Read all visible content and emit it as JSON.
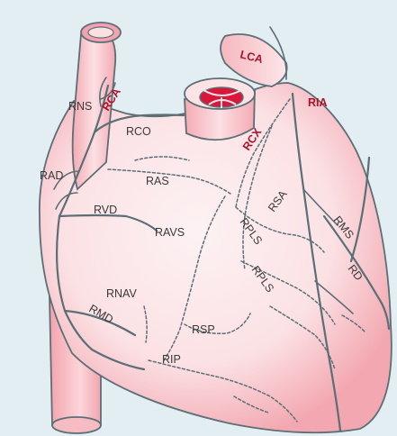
{
  "labels": {
    "rca": "RCA",
    "lca": "LCA",
    "ria": "RIA",
    "rcx": "RCX",
    "rns": "RNS",
    "rco": "RCO",
    "rad": "RAD",
    "ras": "RAS",
    "rvd": "RVD",
    "ravs": "RAVS",
    "rsa": "RSA",
    "rpls1": "RPLS",
    "rpls2": "RPLS",
    "rms": "RMS",
    "rd": "RD",
    "rnav": "RNAV",
    "rmd": "RMD",
    "rsp": "RSP",
    "rip": "RIP"
  },
  "colors": {
    "background": "#e3eef3",
    "tissue": "#f4b6bd",
    "tissue_light": "#fbe6e8",
    "vessel_line": "#5c6e76",
    "label_red": "#b0112a",
    "label_gray": "#3a3a3a"
  }
}
